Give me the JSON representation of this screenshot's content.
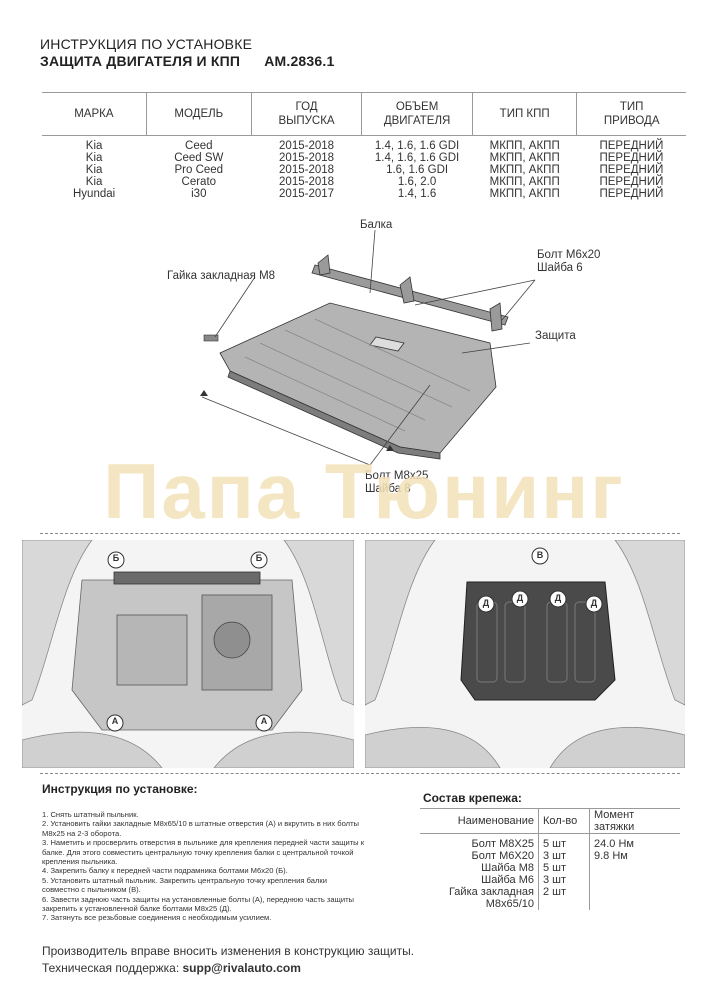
{
  "header": {
    "line1": "ИНСТРУКЦИЯ ПО УСТАНОВКЕ",
    "line2": "ЗАЩИТА ДВИГАТЕЛЯ И КПП",
    "code": "AM.2836.1"
  },
  "spec": {
    "headers": [
      [
        "МАРКА"
      ],
      [
        "МОДЕЛЬ"
      ],
      [
        "ГОД",
        "ВЫПУСКА"
      ],
      [
        "ОБЪЕМ",
        "ДВИГАТЕЛЯ"
      ],
      [
        "ТИП КПП"
      ],
      [
        "ТИП",
        "ПРИВОДА"
      ]
    ],
    "rows": [
      [
        "Kia",
        "Ceed",
        "2015-2018",
        "1.4, 1.6, 1.6 GDI",
        "МКПП, АКПП",
        "ПЕРЕДНИЙ"
      ],
      [
        "Kia",
        "Ceed SW",
        "2015-2018",
        "1.4, 1.6, 1.6 GDI",
        "МКПП, АКПП",
        "ПЕРЕДНИЙ"
      ],
      [
        "Kia",
        "Pro Ceed",
        "2015-2018",
        "1.6, 1.6 GDI",
        "МКПП, АКПП",
        "ПЕРЕДНИЙ"
      ],
      [
        "Kia",
        "Cerato",
        "2015-2018",
        "1.6, 2.0",
        "МКПП, АКПП",
        "ПЕРЕДНИЙ"
      ],
      [
        "Hyundai",
        "i30",
        "2015-2017",
        "1.4, 1.6",
        "МКПП, АКПП",
        "ПЕРЕДНИЙ"
      ]
    ]
  },
  "diagram": {
    "balka": "Балка",
    "bolt_m6": "Болт М6х20",
    "washer_6": "Шайба 6",
    "nut_m8": "Гайка закладная М8",
    "zashchita": "Защита",
    "bolt_m8": "Болт М8х25",
    "washer_8": "Шайба 8"
  },
  "watermark": "Папа Тюнинг",
  "photo_markers": {
    "left": [
      "Б",
      "Б",
      "А",
      "А"
    ],
    "right": [
      "В",
      "Д",
      "Д",
      "Д",
      "Д"
    ]
  },
  "instructions": {
    "title": "Инструкция по установке:",
    "steps": [
      "1. Снять штатный пыльник.",
      "2. Установить гайки закладные М8х65/10 в штатные отверстия (А) и вкрутить в них болты",
      "М8х25 на 2-3 оборота.",
      "3. Наметить и просверлить отверстия в пыльнике для крепления передней части защиты к",
      "балке. Для этого совместить центральную точку крепления балки с центральной точкой",
      "крепления пыльника.",
      "4. Закрепить балку к передней части подрамника болтами М6х20 (Б).",
      "5. Установить штатный пыльник. Закрепить центральную точку крепления балки",
      "совместно с пыльником (В).",
      "6. Завести заднюю часть защиты на установленные болты (А), переднюю часть защиты",
      "закрепить к установленной балке болтами М8х25 (Д).",
      "7. Затянуть все резьбовые соединения с необходимым усилием."
    ]
  },
  "fasteners": {
    "title": "Состав крепежа:",
    "headers": [
      "Наименование",
      "Кол-во",
      "Момент затяжки"
    ],
    "rows": [
      [
        "Болт М8Х25",
        "5 шт",
        "24.0 Нм"
      ],
      [
        "Болт М6Х20",
        "3 шт",
        "9.8 Нм"
      ],
      [
        "Шайба М8",
        "5 шт",
        ""
      ],
      [
        "Шайба М6",
        "3 шт",
        ""
      ],
      [
        "Гайка закладная",
        "2 шт",
        ""
      ],
      [
        "М8х65/10",
        "",
        ""
      ]
    ]
  },
  "footer": {
    "line1": "Производитель вправе вносить изменения в конструкцию защиты.",
    "support_label": "Техническая поддержка:",
    "support_email": "supp@rivalauto.com"
  }
}
